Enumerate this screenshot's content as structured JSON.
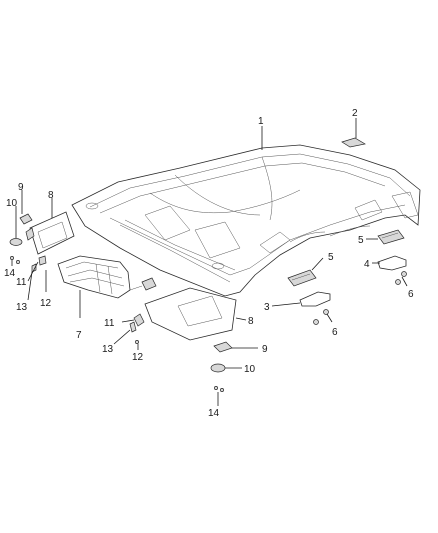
{
  "diagram": {
    "callouts": [
      {
        "id": "c1",
        "text": "1"
      },
      {
        "id": "c2",
        "text": "2"
      },
      {
        "id": "c3",
        "text": "3"
      },
      {
        "id": "c4",
        "text": "4"
      },
      {
        "id": "c5a",
        "text": "5"
      },
      {
        "id": "c5b",
        "text": "5"
      },
      {
        "id": "c6a",
        "text": "6"
      },
      {
        "id": "c6b",
        "text": "6"
      },
      {
        "id": "c7",
        "text": "7"
      },
      {
        "id": "c8a",
        "text": "8"
      },
      {
        "id": "c8b",
        "text": "8"
      },
      {
        "id": "c9a",
        "text": "9"
      },
      {
        "id": "c9b",
        "text": "9"
      },
      {
        "id": "c10a",
        "text": "10"
      },
      {
        "id": "c10b",
        "text": "10"
      },
      {
        "id": "c11a",
        "text": "11"
      },
      {
        "id": "c11b",
        "text": "11"
      },
      {
        "id": "c12a",
        "text": "12"
      },
      {
        "id": "c12b",
        "text": "12"
      },
      {
        "id": "c13a",
        "text": "13"
      },
      {
        "id": "c13b",
        "text": "13"
      },
      {
        "id": "c14a",
        "text": "14"
      },
      {
        "id": "c14b",
        "text": "14"
      }
    ]
  }
}
